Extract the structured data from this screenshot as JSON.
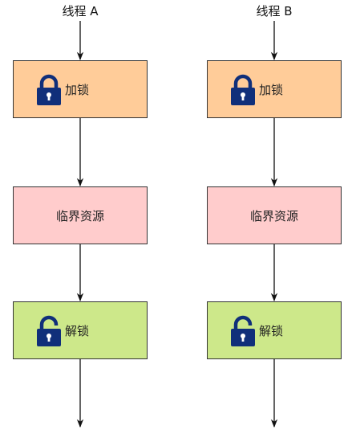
{
  "threads": [
    {
      "title": "线程 A",
      "lock": {
        "label": "加锁",
        "icon": "lock-closed-icon",
        "color": "#ffcc99"
      },
      "critical": {
        "label": "临界资源",
        "color": "#ffcccc"
      },
      "unlock": {
        "label": "解锁",
        "icon": "lock-open-icon",
        "color": "#cde88a"
      }
    },
    {
      "title": "线程 B",
      "lock": {
        "label": "加锁",
        "icon": "lock-closed-icon",
        "color": "#ffcc99"
      },
      "critical": {
        "label": "临界资源",
        "color": "#ffcccc"
      },
      "unlock": {
        "label": "解锁",
        "icon": "lock-open-icon",
        "color": "#cde88a"
      }
    }
  ],
  "colors": {
    "icon": "#102f7a",
    "stroke": "#333333"
  }
}
